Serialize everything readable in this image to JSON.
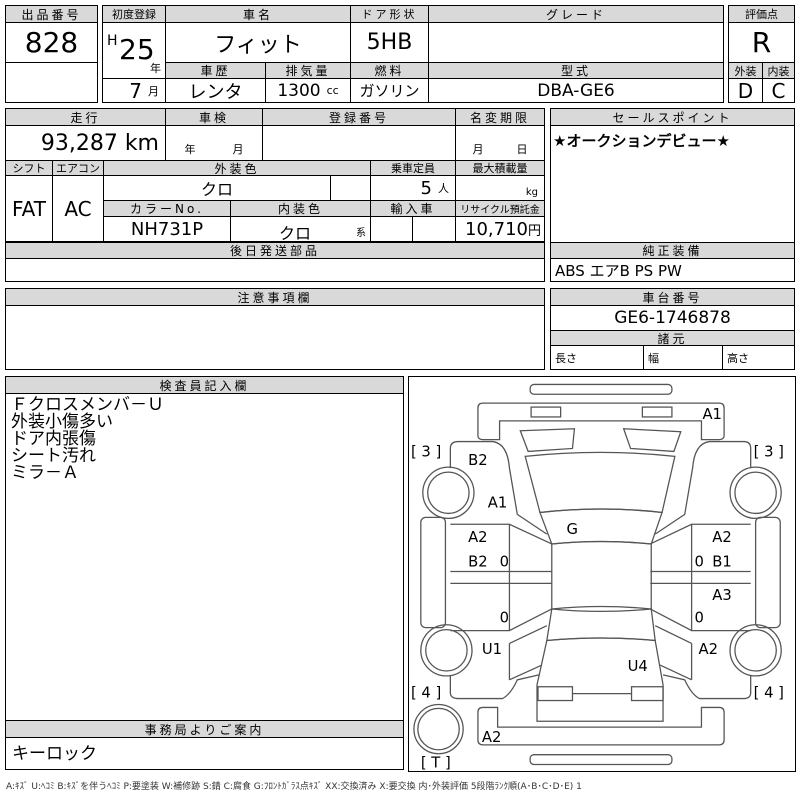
{
  "lot": {
    "label": "出品番号",
    "value": "828"
  },
  "first_reg": {
    "label": "初度登録",
    "era": "H",
    "year": "25",
    "year_unit": "年",
    "month": "7",
    "month_unit": "月"
  },
  "car_name": {
    "label": "車名",
    "value": "フィット"
  },
  "door": {
    "label": "ドア形状",
    "value": "5HB"
  },
  "grade": {
    "label": "グレード",
    "value": ""
  },
  "history": {
    "label": "車歴",
    "value": "レンタ"
  },
  "displacement": {
    "label": "排気量",
    "value": "1300",
    "unit": "cc"
  },
  "fuel": {
    "label": "燃料",
    "value": "ガソリン"
  },
  "model": {
    "label": "型式",
    "value": "DBA-GE6"
  },
  "score": {
    "label": "評価点",
    "value": "R",
    "ext_label": "外装",
    "ext": "D",
    "int_label": "内装",
    "int": "C"
  },
  "mileage": {
    "label": "走行",
    "value": "93,287 km"
  },
  "inspection": {
    "label": "車検",
    "year_unit": "年",
    "month_unit": "月"
  },
  "reg_no": {
    "label": "登録番号"
  },
  "name_change": {
    "label": "名変期限",
    "month_unit": "月",
    "day_unit": "日"
  },
  "shift": {
    "label": "シフト",
    "value": "FAT"
  },
  "ac": {
    "label": "エアコン",
    "value": "AC"
  },
  "ext_color": {
    "label": "外装色",
    "value": "クロ"
  },
  "capacity": {
    "label": "乗車定員",
    "value": "5",
    "unit": "人"
  },
  "max_load": {
    "label": "最大積載量",
    "unit": "kg"
  },
  "color_no": {
    "label": "カラーNo.",
    "value": "NH731P"
  },
  "int_color": {
    "label": "内装色",
    "value": "クロ",
    "unit": "系"
  },
  "import": {
    "label": "輸入車"
  },
  "recycle": {
    "label": "リサイクル預託金",
    "value": "10,710",
    "unit": "円"
  },
  "sales_point": {
    "label": "セールスポイント",
    "value": "★オークションデビュー★"
  },
  "later_parts": {
    "label": "後日発送部品"
  },
  "equipment": {
    "label": "純正装備",
    "value": "ABS エアB PS PW"
  },
  "notes": {
    "label": "注意事項欄"
  },
  "chassis": {
    "label": "車台番号",
    "value": "GE6-1746878"
  },
  "specs": {
    "label": "諸元",
    "length": "長さ",
    "width": "幅",
    "height": "高さ"
  },
  "inspector": {
    "label": "検査員記入欄",
    "lines": [
      "Ｆクロスメンバ－Ｕ",
      "外装小傷多い",
      "ドア内張傷",
      "シート汚れ",
      "ミラ－Ａ"
    ]
  },
  "office": {
    "label": "事務局よりご案内",
    "value": "キーロック"
  },
  "diagram": {
    "marks": [
      "A1",
      "[ 3 ]",
      "[ 3 ]",
      "B2",
      "A1",
      "G",
      "A2",
      "B2",
      "0",
      "A2",
      "0",
      "B1",
      "A3",
      "0",
      "0",
      "U1",
      "A2",
      "U4",
      "[ 4 ]",
      "[ 4 ]",
      "A2",
      "[ T ]"
    ]
  },
  "legend": "A:ｷｽﾞ U:ﾍｺﾐ B:ｷｽﾞを伴うﾍｺﾐ P:要塗装 W:補修跡 S:錆 C:腐食 G:ﾌﾛﾝﾄｶﾞﾗｽ点ｷｽﾞ XX:交換済み X:要交換 内･外装評価 5段階ﾗﾝｸ順(A･B･C･D･E) 1"
}
